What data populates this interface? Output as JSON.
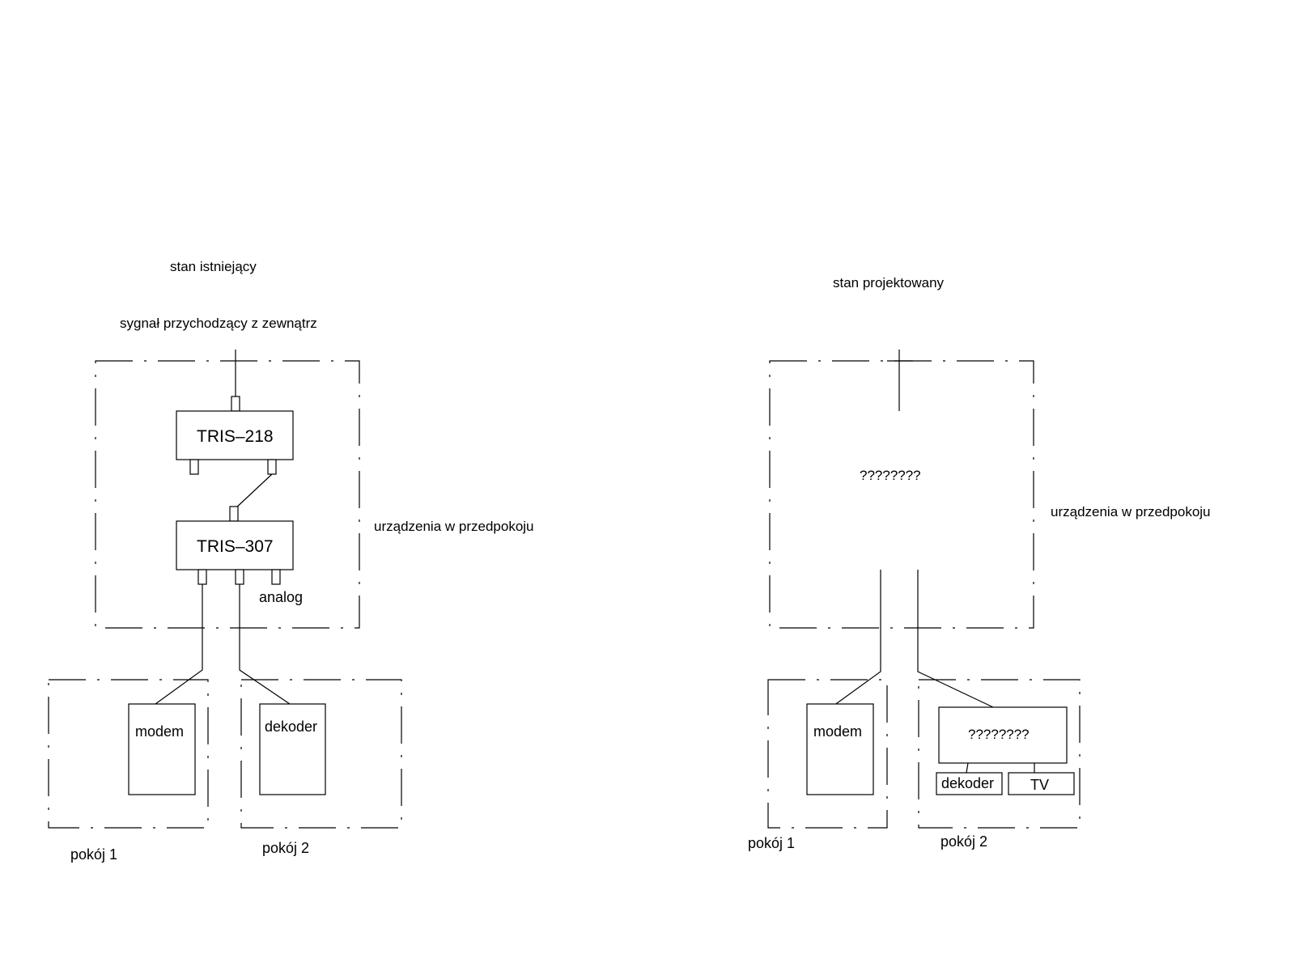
{
  "existing": {
    "title": "stan istniejący",
    "incoming_signal": "sygnał przychodzący z zewnątrz",
    "hallway_label": "urządzenia w przedpokoju",
    "device1": "TRIS–218",
    "device2": "TRIS–307",
    "analog_label": "analog",
    "room1_device": "modem",
    "room2_device": "dekoder",
    "room1_label": "pokój 1",
    "room2_label": "pokój 2"
  },
  "designed": {
    "title": "stan projektowany",
    "hallway_label": "urządzenia w przedpokoju",
    "hallway_unknown": "????????",
    "room1_device": "modem",
    "room2_unknown": "????????",
    "room2_device_a": "dekoder",
    "room2_device_b": "TV",
    "room1_label": "pokój 1",
    "room2_label": "pokój 2"
  }
}
